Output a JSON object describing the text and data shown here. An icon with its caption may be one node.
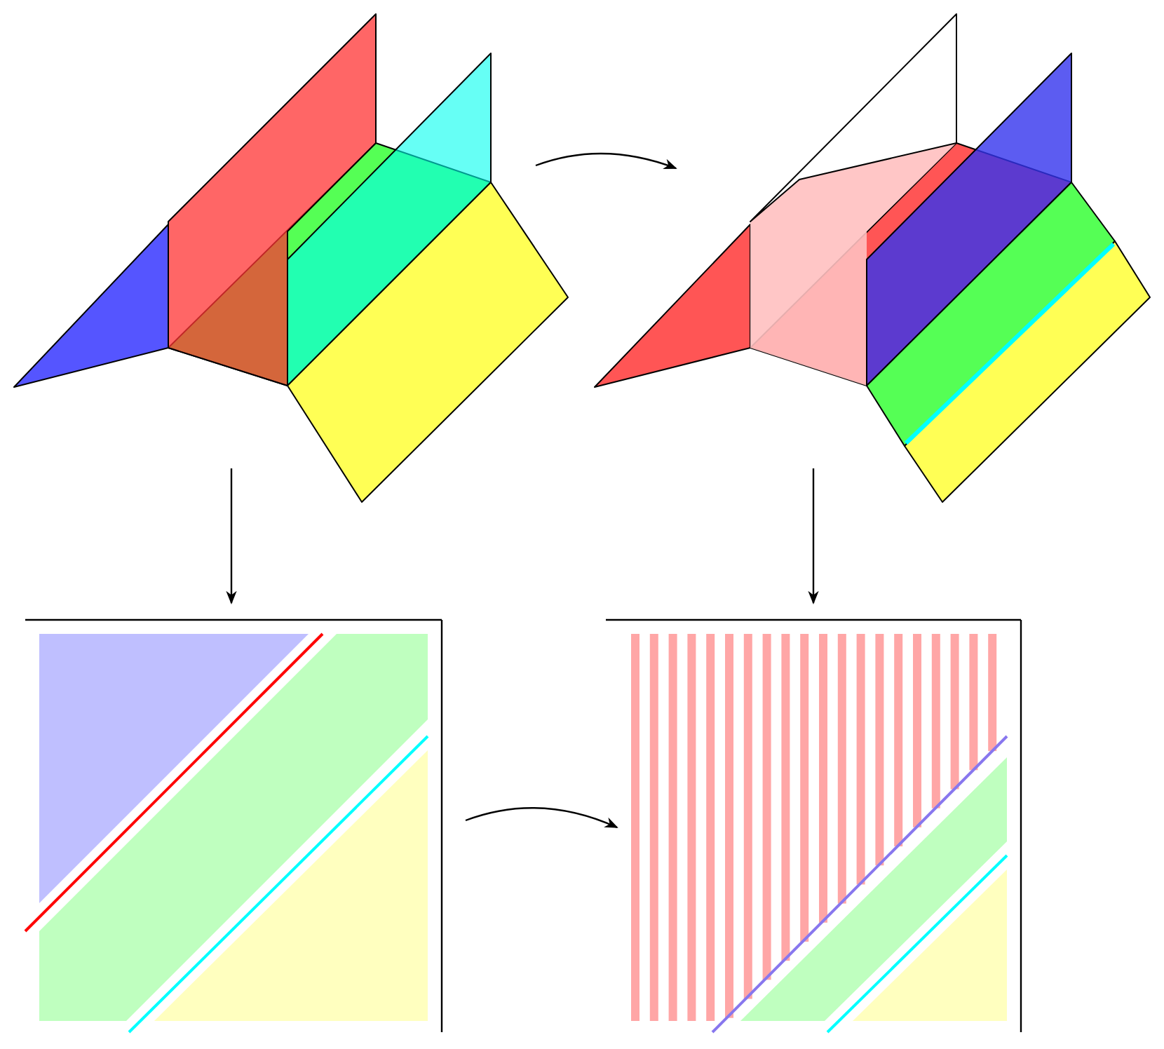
{
  "diagram": {
    "nodes": [
      {
        "text": [],
        "shape": "picture"
      },
      {
        "text": [],
        "shape": "picture"
      },
      {
        "text": [],
        "shape": "picture"
      },
      {
        "text": [],
        "shape": "picture"
      }
    ],
    "edges": [
      {
        "from": 0,
        "to": 1,
        "arrow": "to"
      },
      {
        "from": 0,
        "to": 2,
        "arrow": "to"
      },
      {
        "from": 2,
        "to": 3,
        "arrow": "to"
      },
      {
        "from": 1,
        "to": 3,
        "arrow": "to"
      }
    ]
  }
}
